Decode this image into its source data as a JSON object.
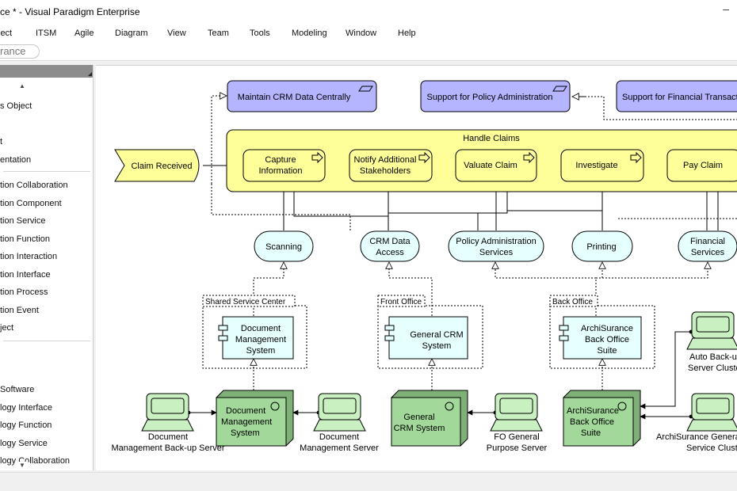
{
  "window": {
    "title": "ce * - Visual Paradigm Enterprise",
    "minimize": "–"
  },
  "menu": [
    "ject",
    "ITSM",
    "Agile",
    "Diagram",
    "View",
    "Team",
    "Tools",
    "Modeling",
    "Window",
    "Help"
  ],
  "breadcrumb": "rance",
  "palette": {
    "items": [
      "s Object",
      "t",
      "entation",
      "tion Collaboration",
      "tion Component",
      "tion Service",
      "tion Function",
      "tion Interaction",
      "tion Interface",
      "tion Process",
      "tion Event",
      "ject",
      "Software",
      "logy Interface",
      "logy Function",
      "logy Service",
      "logy Collaboration"
    ]
  },
  "diagram": {
    "goals": [
      "Maintain CRM Data Centrally",
      "Support for Policy Administration",
      "Support for Financial Transaction"
    ],
    "event": "Claim Received",
    "process_container": "Handle Claims",
    "steps": [
      [
        "Capture",
        "Information"
      ],
      [
        "Notify Additional",
        "Stakeholders"
      ],
      [
        "Valuate Claim"
      ],
      [
        "Investigate"
      ],
      [
        "Pay Claim"
      ]
    ],
    "services": [
      [
        "Scanning"
      ],
      [
        "CRM Data",
        "Access"
      ],
      [
        "Policy Administration",
        "Services"
      ],
      [
        "Printing"
      ],
      [
        "Financial",
        "Services"
      ]
    ],
    "groups": [
      "Shared Service Center",
      "Front Office",
      "Back Office"
    ],
    "components": [
      [
        "Document",
        "Management",
        "System"
      ],
      [
        "General CRM",
        "System"
      ],
      [
        "ArchiSurance",
        "Back Office",
        "Suite"
      ]
    ],
    "nodes": [
      [
        "Document",
        "Management",
        "System"
      ],
      [
        "General",
        "CRM System"
      ],
      [
        "ArchiSurance",
        "Back Office",
        "Suite"
      ]
    ],
    "devices": [
      [
        "Document",
        "Management Back-up Server"
      ],
      [
        "Document",
        "Management Server"
      ],
      [
        "FO General",
        "Purpose Server"
      ],
      [
        "Auto Back-up",
        "Server Cluster"
      ],
      [
        "ArchiSurance General",
        "Service Cluster"
      ]
    ],
    "colors": {
      "motivation": "#b4b4ff",
      "business": "#ffff99",
      "application": "#e6ffff",
      "technology": "#a2d89a",
      "device": "#c9f0c0"
    }
  }
}
